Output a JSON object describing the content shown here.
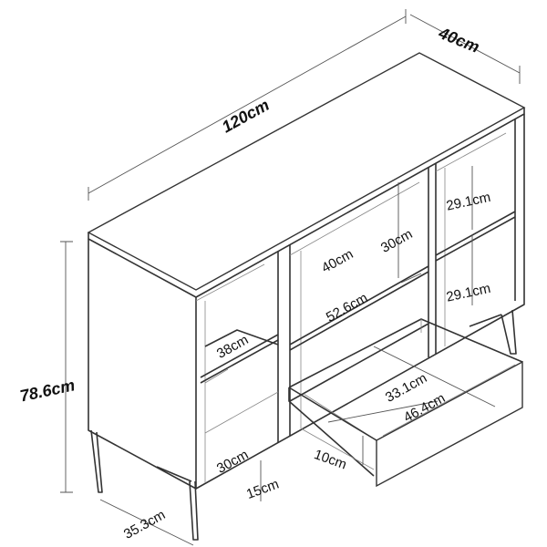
{
  "dimensions": {
    "width": "120cm",
    "depth": "40cm",
    "height": "78.6cm",
    "right_upper_shelf": "29.1cm",
    "right_lower_shelf": "29.1cm",
    "middle_open_height": "30cm",
    "middle_open_depth": "40cm",
    "middle_width": "52.6cm",
    "left_shelf_height": "38cm",
    "drawer_depth": "33.1cm",
    "drawer_width": "46.4cm",
    "left_lower_width": "30cm",
    "drawer_height": "10cm",
    "leg_height": "15cm",
    "leg_depth_span": "35.3cm"
  }
}
